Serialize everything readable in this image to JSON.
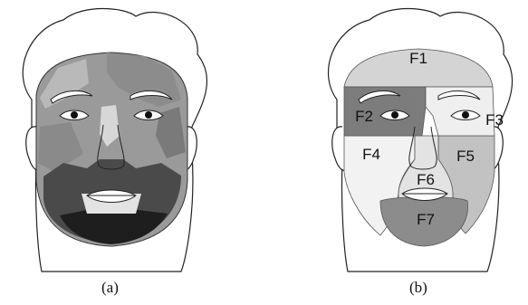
{
  "panels": [
    {
      "caption": "(a)",
      "colors": {
        "hair": "#ffffff",
        "forehead_light": "#b9b9b9",
        "forehead_mid": "#9a9a9a",
        "cheek_mid": "#7f7f7f",
        "cheek_dark": "#666666",
        "beard_dark": "#4a4a4a",
        "chin_black": "#1e1e1e",
        "highlight": "#d7d7d7"
      }
    },
    {
      "caption": "(b)",
      "regions": [
        {
          "id": "F1",
          "label": "F1",
          "color": "#d4d4d4"
        },
        {
          "id": "F2",
          "label": "F2",
          "color": "#7c7c7c"
        },
        {
          "id": "F3",
          "label": "F3",
          "color": "#efefef"
        },
        {
          "id": "F4",
          "label": "F4",
          "color": "#f2f2f2"
        },
        {
          "id": "F5",
          "label": "F5",
          "color": "#c2c2c2"
        },
        {
          "id": "F6",
          "label": "F6",
          "color": "#e3e3e3"
        },
        {
          "id": "F7",
          "label": "F7",
          "color": "#8c8c8c"
        }
      ]
    }
  ]
}
